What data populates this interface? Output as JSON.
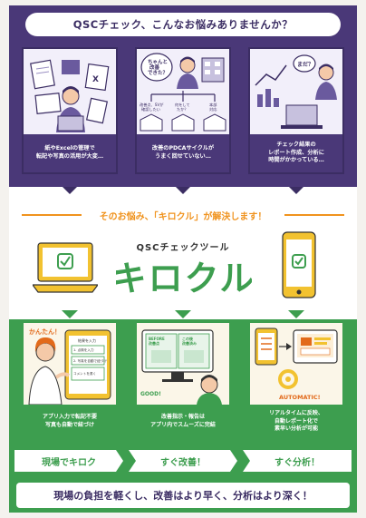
{
  "header": {
    "title": "QSCチェック、こんなお悩みありませんか？"
  },
  "problems": [
    {
      "caption": "紙やExcelの管理で\n転記や写真の活用が大変…"
    },
    {
      "caption": "改善のPDCAサイクルが\nうまく回せていない…",
      "bubble": "ちゃんと\n改善\nできた？",
      "labels": [
        "改善点、SVが\n確認したい",
        "何をして\nたか？",
        "本部\n対応"
      ]
    },
    {
      "caption": "チェック結果の\nレポート作成、分析に\n時間がかかっている…",
      "bubble": "まだ？"
    }
  ],
  "middle": {
    "headline": "そのお悩み、「キロクル」が解決します！",
    "tool_label": "QSCチェックツール",
    "logo_text": "キロクル"
  },
  "solutions": [
    {
      "tag": "かんたん！",
      "caption": "アプリ入力で転記不要\n写真も自動で紐づけ",
      "form": {
        "title": "結果を入力",
        "items": [
          "1. 点検を入力",
          "2. 写真を自動で紐づけ",
          "コメントを書く"
        ]
      }
    },
    {
      "caption": "改善指示・報告は\nアプリ内でスムーズに完結",
      "before": "BEFORE\n改善点",
      "after": "この後\n改善済み",
      "good": "GOOD!"
    },
    {
      "caption": "リアルタイムに反映、\n自動レポート化で\n素早い分析が可能",
      "auto": "AUTOMATIC!"
    }
  ],
  "steps": [
    "現場でキロク",
    "すぐ改善！",
    "すぐ分析！"
  ],
  "footer": {
    "banner": "現場の負担を軽くし、改善はより早く、分析はより深く！"
  },
  "colors": {
    "purple": "#4a3878",
    "green": "#3d9e4f",
    "orange": "#f0931e",
    "yellow": "#f2c230"
  }
}
